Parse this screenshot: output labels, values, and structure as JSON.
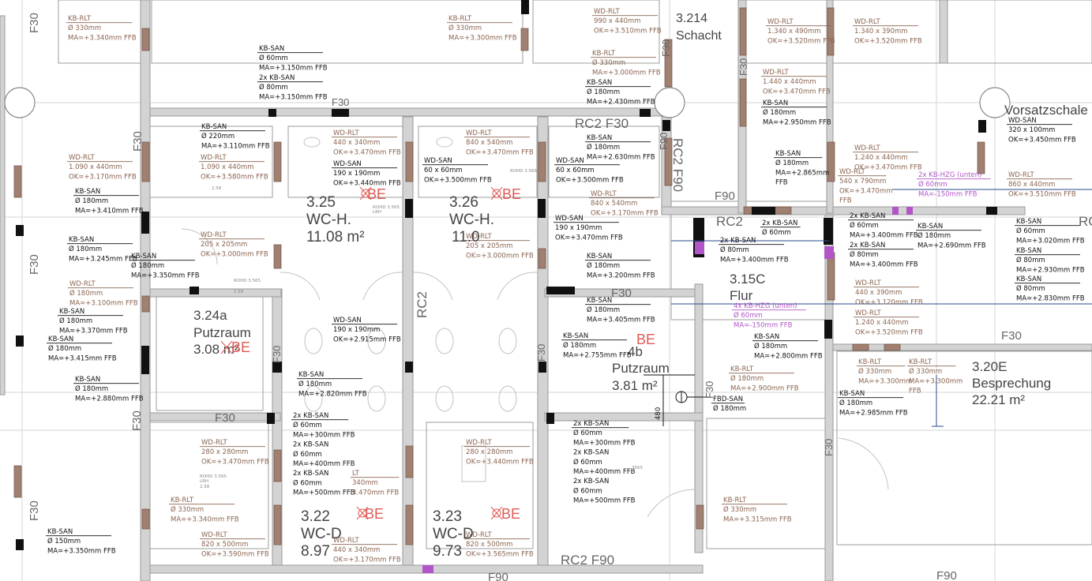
{
  "ann": {
    "a01": [
      "KB-RLT",
      "Ø 330mm",
      "MA=+3.340mm FFB"
    ],
    "a02": [
      "KB-RLT",
      "Ø 330mm",
      "MA=+3.300mm FFB"
    ],
    "a03": [
      "WD-RLT",
      "990 x 440mm",
      "OK=+3.510mm FFB"
    ],
    "a04": [
      "WD-RLT",
      "1.340 x 490mm",
      "OK=+3.520mm FFB"
    ],
    "a05": [
      "WD-RLT",
      "1.340 x 390mm",
      "OK=+3.520mm FFB"
    ],
    "a06": [
      "KB-SAN",
      "Ø 60mm",
      "MA=+3.150mm FFB"
    ],
    "a07": [
      "2x KB-SAN",
      "Ø 80mm",
      "MA=+3.150mm FFB"
    ],
    "a08": [
      "KB-RLT",
      "Ø 330mm",
      "MA=+3.000mm FFB"
    ],
    "a09": [
      "KB-SAN",
      "Ø 180mm",
      "MA=+2.430mm FFB"
    ],
    "a10": [
      "WD-RLT",
      "1.440 x 440mm",
      "OK=+3.470mm FFB"
    ],
    "a11": [
      "KB-SAN",
      "Ø 180mm",
      "MA=+2.950mm FFB"
    ],
    "a12": [
      "KB-SAN",
      "Ø 220mm",
      "MA=+3.110mm FFB"
    ],
    "a13": [
      "WD-RLT",
      "440 x 340mm",
      "OK=+3.470mm FFB"
    ],
    "a14": [
      "WD-RLT",
      "840 x 540mm",
      "OK=+3.470mm FFB"
    ],
    "a15": [
      "KB-SAN",
      "Ø 180mm",
      "MA=+2.630mm FFB"
    ],
    "a16": [
      "WD-SAN",
      "320 x 100mm",
      "OK=+3.450mm FFB"
    ],
    "a17": [
      "WD-RLT",
      "1.090 x 440mm",
      "OK=+3.170mm FFB"
    ],
    "a18": [
      "WD-RLT",
      "1.090 x 440mm",
      "OK=+3.580mm FFB"
    ],
    "a19": [
      "WD-SAN",
      "190 x 190mm",
      "OK=+3.440mm FFB"
    ],
    "a20": [
      "WD-SAN",
      "60 x 60mm",
      "OK=+3.500mm FFB"
    ],
    "a21": [
      "WD-SAN",
      "60 x 60mm",
      "OK=+3.500mm FFB"
    ],
    "a22": [
      "KB-SAN",
      "Ø 180mm",
      "MA=+2.865mm",
      "FFB"
    ],
    "a23": [
      "WD-RLT",
      "1.240 x 440mm",
      "OK=+3.470mm FFB"
    ],
    "a24": [
      "WD-RLT",
      "540 x 790mm",
      "OK=+3.470mm",
      "FFB"
    ],
    "a25": [
      "2x KB-HZG (unten)",
      "Ø 60mm",
      "MA=-150mm FFB"
    ],
    "a26": [
      "WD-RLT",
      "860 x 440mm",
      "OK=+3.510mm FFB"
    ],
    "a27": [
      "KB-SAN",
      "Ø 180mm",
      "MA=+3.410mm FFB"
    ],
    "a28": [
      "WD-RLT",
      "840 x 540mm",
      "OK=+3.170mm FFB"
    ],
    "a29": [
      "WD-SAN",
      "190 x 190mm",
      "OK=+3.470mm FFB"
    ],
    "a30": [
      "2x KB-SAN",
      "Ø 60mm"
    ],
    "a31": [
      "2x KB-SAN",
      "Ø 60mm",
      "MA=+3.400mm FFB"
    ],
    "a32": [
      "KB-SAN",
      "Ø 180mm",
      "MA=+2.690mm FFB"
    ],
    "a33": [
      "KB-SAN",
      "Ø 60mm",
      "MA=+3.020mm FFB"
    ],
    "a34": [
      "KB-SAN",
      "Ø 180mm",
      "MA=+3.245mm FFB"
    ],
    "a35": [
      "WD-RLT",
      "205 x 205mm",
      "OK=+3.000mm FFB"
    ],
    "a36": [
      "WD-RLT",
      "205 x 205mm",
      "OK=+3.000mm FFB"
    ],
    "a37": [
      "2x KB-SAN",
      "Ø 80mm",
      "MA=+3.400mm FFB"
    ],
    "a38": [
      "2x KB-SAN",
      "Ø 80mm",
      "MA=+3.400mm FFB"
    ],
    "a39": [
      "KB-SAN",
      "Ø 80mm",
      "MA=+2.930mm FFB"
    ],
    "a40": [
      "KB-SAN",
      "Ø 80mm",
      "MA=+2.830mm FFB"
    ],
    "a41": [
      "KB-SAN",
      "Ø 180mm",
      "MA=+3.350mm FFB"
    ],
    "a42": [
      "KB-SAN",
      "Ø 180mm",
      "MA=+3.200mm FFB"
    ],
    "a43": [
      "WD-RLT",
      "440 x 390mm",
      "OK=+3.120mm FFB"
    ],
    "a44": [
      "WD-RLT",
      "Ø 180mm",
      "MA=+3.100mm FFB"
    ],
    "a45": [
      "KB-SAN",
      "Ø 180mm",
      "MA=+3.405mm FFB"
    ],
    "a46": [
      "4x KB-HZG (unten)",
      "Ø 60mm",
      "MA=-150mm FFB"
    ],
    "a47": [
      "KB-SAN",
      "Ø 180mm",
      "MA=+3.370mm FFB"
    ],
    "a48": [
      "KB-SAN",
      "Ø 180mm",
      "MA=+3.415mm FFB"
    ],
    "a49": [
      "WD-SAN",
      "190 x 190mm",
      "OK=+2.915mm FFB"
    ],
    "a50": [
      "WD-RLT",
      "1.240 x 440mm",
      "OK=+3.520mm FFB"
    ],
    "a51": [
      "KB-SAN",
      "Ø 180mm",
      "MA=+2.755mm FFB"
    ],
    "a52": [
      "KB-SAN",
      "Ø 180mm",
      "MA=+2.800mm FFB"
    ],
    "a53": [
      "KB-SAN",
      "Ø 180mm",
      "MA=+2.820mm FFB"
    ],
    "a54": [
      "KB-SAN",
      "Ø 180mm",
      "MA=+2.880mm FFB"
    ],
    "a55": [
      "KB-RLT",
      "Ø 180mm",
      "MA=+2.900mm FFB"
    ],
    "a56": [
      "KB-RLT",
      "Ø 330mm",
      "MA=+3.300mm"
    ],
    "a57": [
      "KB-RLT",
      "Ø 330mm",
      "MA=+3.300mm",
      "FFB"
    ],
    "a58": [
      "FBD-SAN",
      "Ø 180mm"
    ],
    "a59": [
      "KB-SAN",
      "Ø 180mm",
      "MA=+2.985mm FFB"
    ],
    "a60": [
      "2x KB-SAN",
      "Ø 60mm",
      "MA=+300mm FFB",
      "2x KB-SAN",
      "Ø 60mm",
      "MA=+400mm FFB",
      "2x KB-SAN",
      "Ø 60mm",
      "MA=+500mm FFB"
    ],
    "a61": [
      "2x KB-SAN",
      "Ø 60mm",
      "MA=+300mm FFB",
      "2x KB-SAN",
      "Ø 60mm",
      "MA=+400mm FFB",
      "2x KB-SAN",
      "Ø 60mm",
      "MA=+500mm FFB"
    ],
    "a62": [
      "WD-RLT",
      "280 x 280mm",
      "OK=+3.470mm FFB"
    ],
    "a63": [
      "WD-RLT",
      "280 x 280mm",
      "OK=+3.440mm FFB"
    ],
    "a64": [
      "LT",
      "340mm",
      "3.470mm FFB"
    ],
    "a65": [
      "KB-RLT",
      "Ø 330mm",
      "MA=+3.340mm FFB"
    ],
    "a66": [
      "KB-RLT",
      "Ø 330mm",
      "MA=+3.315mm FFB"
    ],
    "a67": [
      "KB-SAN",
      "Ø 150mm",
      "MA=+3.350mm FFB"
    ],
    "a68": [
      "WD-RLT",
      "820 x 500mm",
      "OK=+3.590mm FFB"
    ],
    "a69": [
      "WD-RLT",
      "440 x 340mm",
      "OK=+3.170mm FFB"
    ],
    "a70": [
      "WD-RLT",
      "820 x 500mm",
      "OK=+3.565mm FFB"
    ]
  },
  "rooms": {
    "r3214": [
      "3.214",
      "Schacht"
    ],
    "r325": [
      "3.25",
      "WC-H.",
      "11.08 m²"
    ],
    "r326": [
      "3.26",
      "WC-H.",
      "11.0"
    ],
    "r324a": [
      "3.24a",
      "Putzraum",
      "3.08 m²"
    ],
    "r324b": [
      "4b",
      "Putzraum",
      "3.81 m²"
    ],
    "r315c": [
      "3.15C",
      "Flur"
    ],
    "r320e": [
      "3.20E",
      "Besprechung",
      "22.21 m²"
    ],
    "r322": [
      "3.22",
      "WC-D",
      "8.97"
    ],
    "r323": [
      "3.23",
      "WC-D",
      "9.73"
    ]
  },
  "marks": {
    "vorsatz": "Vorsatzschale",
    "rc2f30_top": "RC2 F30",
    "rc2f90_v": "RC2 F90",
    "f90_v": "F90",
    "f90_a": "F90",
    "rc2_a": "RC2",
    "rc2_v": "RC2",
    "rc_r": "RC",
    "rc2f90_bot": "RC2 F90",
    "f90_bot": "F90",
    "f90_br": "F90",
    "f30_l1": "F30",
    "f30_l2": "F30",
    "f30_l3": "F30",
    "f30_l4": "F30",
    "f30_l5": "F30",
    "f30_h1": "F30",
    "f30_h2": "F30",
    "f30_h3": "F30",
    "f30_v6": "F30",
    "f30_v7": "F30",
    "f30_v8": "F30",
    "f30_v9": "F30",
    "f30_v10": "F30",
    "f30_v11": "F30",
    "f30_v12": "F30",
    "be": "BE",
    "dim480": "480",
    "rohd": "ROHD 3.565",
    "lrh": "LRH",
    "lvl": "2.58",
    "d3565": "3565"
  },
  "colors": {
    "wall": "#d3d3d3",
    "wall_edge": "#9a9a9a",
    "duct": "#a08070",
    "leader_black": "#111111",
    "leader_brown": "#8a6450",
    "purple": "#b255c9",
    "blue_line": "#2a4a88",
    "be_red": "#e05a55"
  }
}
